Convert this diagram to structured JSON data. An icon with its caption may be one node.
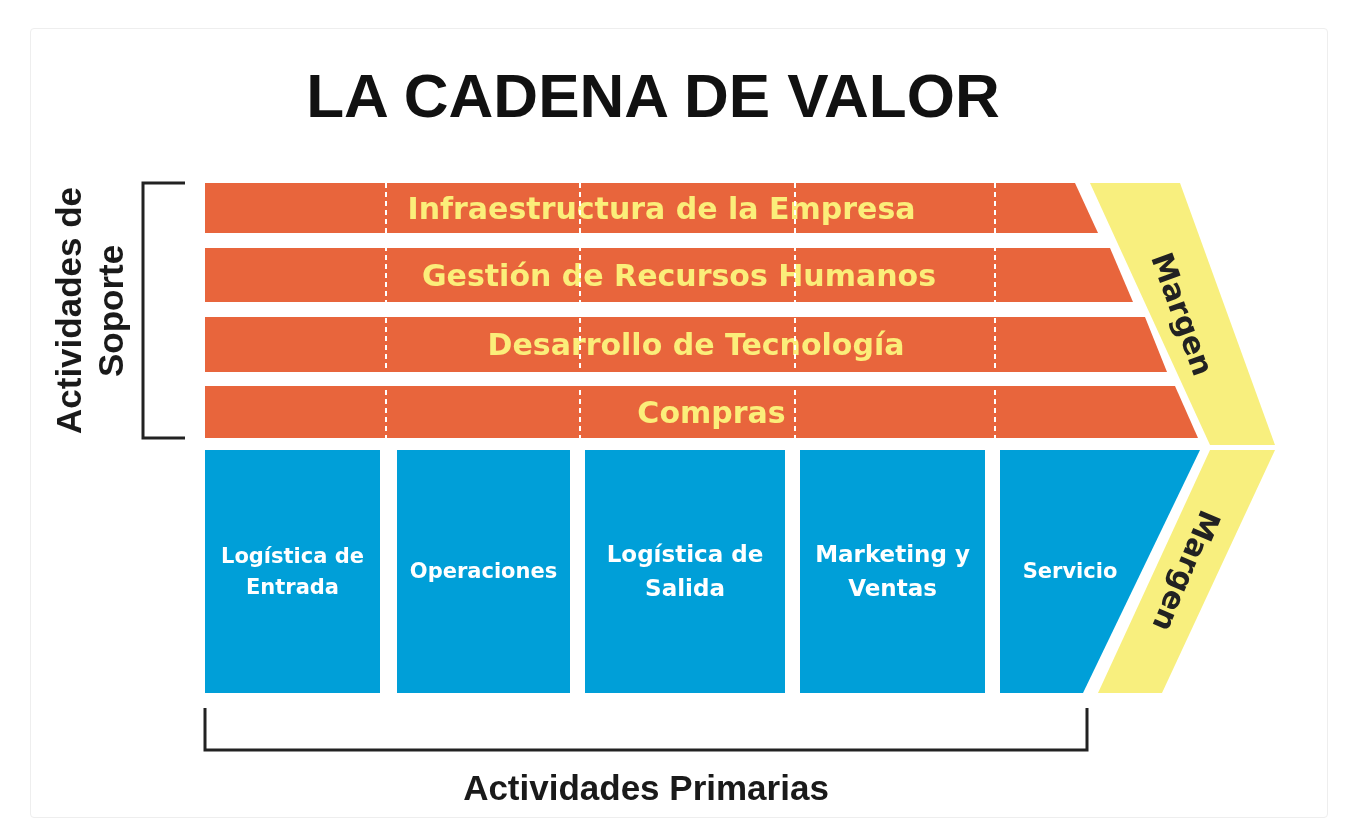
{
  "diagram": {
    "title": "LA CADENA DE VALOR",
    "nodes": [
      {
        "text": [
          "Infraestructura de la Empresa"
        ]
      },
      {
        "text": [
          "Gestión de Recursos Humanos"
        ]
      },
      {
        "text": [
          "Desarrollo de Tecnología"
        ]
      },
      {
        "text": [
          "Compras"
        ]
      },
      {
        "text": [
          "Logística de Entrada"
        ]
      },
      {
        "text": [
          "Operaciones"
        ]
      },
      {
        "text": [
          "Logística de Salida"
        ]
      },
      {
        "text": [
          "Marketing y Ventas"
        ]
      },
      {
        "text": [
          "Servicio"
        ]
      },
      {
        "text": [
          "Margen"
        ]
      },
      {
        "text": [
          "Margen"
        ]
      }
    ],
    "labels": [
      "Actividades de Soporte",
      "Actividades Primarias"
    ]
  }
}
